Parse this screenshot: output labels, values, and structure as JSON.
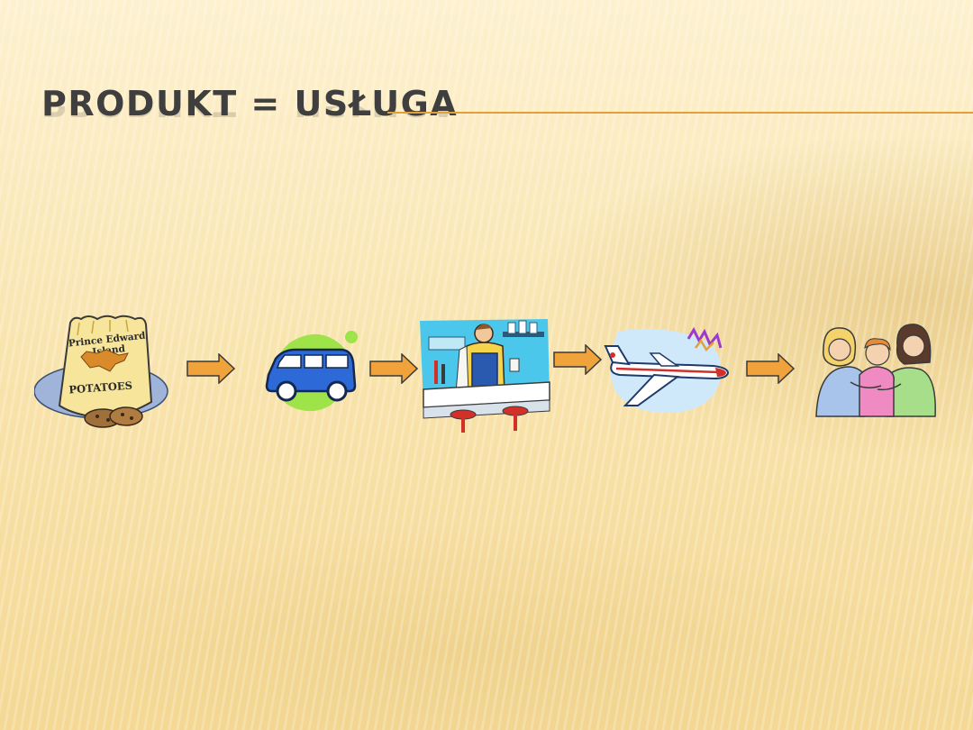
{
  "slide": {
    "title": "PRODUKT = USŁUGA"
  },
  "flow": {
    "items": [
      {
        "id": "potatoes",
        "icon": "potato-sack-icon",
        "text_line1": "Prince Edward",
        "text_line2": "Island",
        "text_line3": "POTATOES"
      },
      {
        "id": "van",
        "icon": "van-icon"
      },
      {
        "id": "bar",
        "icon": "bartender-icon"
      },
      {
        "id": "airplane",
        "icon": "airplane-icon"
      },
      {
        "id": "family",
        "icon": "family-icon"
      }
    ],
    "arrow_color": "#f0a33a",
    "arrow_stroke": "#3a3a3a"
  },
  "colors": {
    "title": "#3f3f3f",
    "rule": "#e2a03a",
    "background": "#f9e4ad"
  }
}
